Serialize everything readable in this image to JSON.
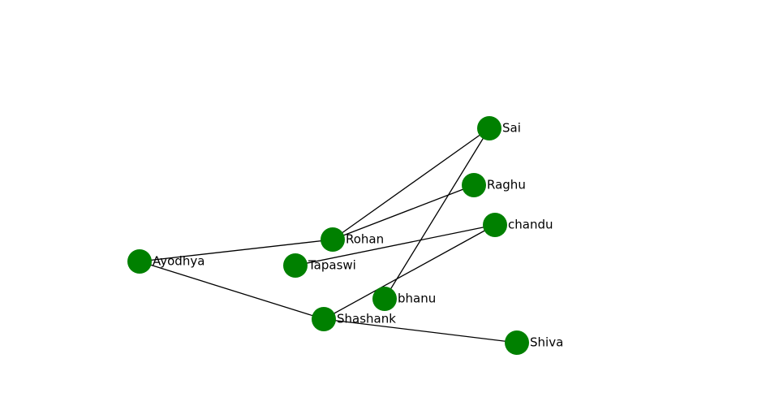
{
  "graph": {
    "node_color": "#008000",
    "edge_color": "#000000",
    "nodes": [
      {
        "id": "Sai",
        "label": "Sai"
      },
      {
        "id": "Raghu",
        "label": "Raghu"
      },
      {
        "id": "chandu",
        "label": "chandu"
      },
      {
        "id": "Rohan",
        "label": "Rohan"
      },
      {
        "id": "Ayodhya",
        "label": "Ayodhya"
      },
      {
        "id": "Tapaswi",
        "label": "Tapaswi"
      },
      {
        "id": "bhanu",
        "label": "bhanu"
      },
      {
        "id": "Shashank",
        "label": "Shashank"
      },
      {
        "id": "Shiva",
        "label": "Shiva"
      }
    ],
    "edges": [
      {
        "source": "Ayodhya",
        "target": "Rohan"
      },
      {
        "source": "Ayodhya",
        "target": "Shashank"
      },
      {
        "source": "Rohan",
        "target": "Sai"
      },
      {
        "source": "Rohan",
        "target": "Raghu"
      },
      {
        "source": "Tapaswi",
        "target": "chandu"
      },
      {
        "source": "Sai",
        "target": "bhanu"
      },
      {
        "source": "Shashank",
        "target": "chandu"
      },
      {
        "source": "Shashank",
        "target": "Shiva"
      }
    ]
  }
}
